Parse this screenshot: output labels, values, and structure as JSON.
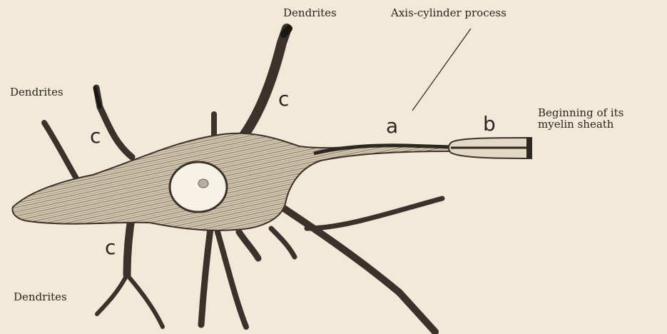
{
  "labels": {
    "dendrites_top": "Dendrites",
    "axis_cylinder": "Axis-cylinder process",
    "dendrites_left": "Dendrites",
    "dendrites_bottom": "Dendrites",
    "myelin_line1": "Beginning of its",
    "myelin_line2": "myelin sheath"
  },
  "letters": {
    "c_left": "c",
    "c_top": "c",
    "c_bottom": "c",
    "a": "a",
    "b": "b"
  },
  "colors": {
    "background": "#f2e9d8",
    "ink": "#2a2520",
    "cell_fill": "#d9cdb8",
    "nucleus_fill": "#f7f1e6"
  }
}
